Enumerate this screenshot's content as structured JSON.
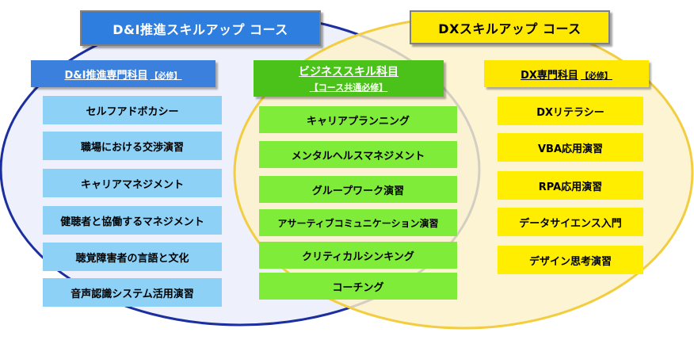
{
  "courses": {
    "di": {
      "title": "D&I推進スキルアップ コース",
      "color": "#2e7ee0"
    },
    "dx": {
      "title": "DXスキルアップ コース",
      "color": "#ffe800"
    }
  },
  "columns": {
    "di": {
      "header": "D&I推進専門科目",
      "tag": "【必修】",
      "items": [
        "セルフアドボカシー",
        "職場における交渉演習",
        "キャリアマネジメント",
        "健聴者と協働するマネジメント",
        "聴覚障害者の言語と文化",
        "音声認識システム活用演習"
      ]
    },
    "biz": {
      "header": "ビジネススキル科目",
      "sub": "【コース共通必修】",
      "items": [
        "キャリアプランニング",
        "メンタルヘルスマネジメント",
        "グループワーク演習",
        "アサーティブコミュニケーション演習",
        "クリティカルシンキング",
        "コーチング"
      ]
    },
    "dx": {
      "header": "DX専門科目",
      "tag": "【必修】",
      "items": [
        "DXリテラシー",
        "VBA応用演習",
        "RPA応用演習",
        "データサイエンス入門",
        "デザイン思考演習"
      ]
    }
  },
  "colors": {
    "di_circle": "#eef1fb",
    "di_circle_border": "#1c2fa0",
    "dx_circle": "#fdf1c9",
    "dx_circle_border": "#f2cd3f",
    "di_item": "#8dd2f6",
    "biz_item": "#7fec3a",
    "dx_item": "#ffee00"
  }
}
